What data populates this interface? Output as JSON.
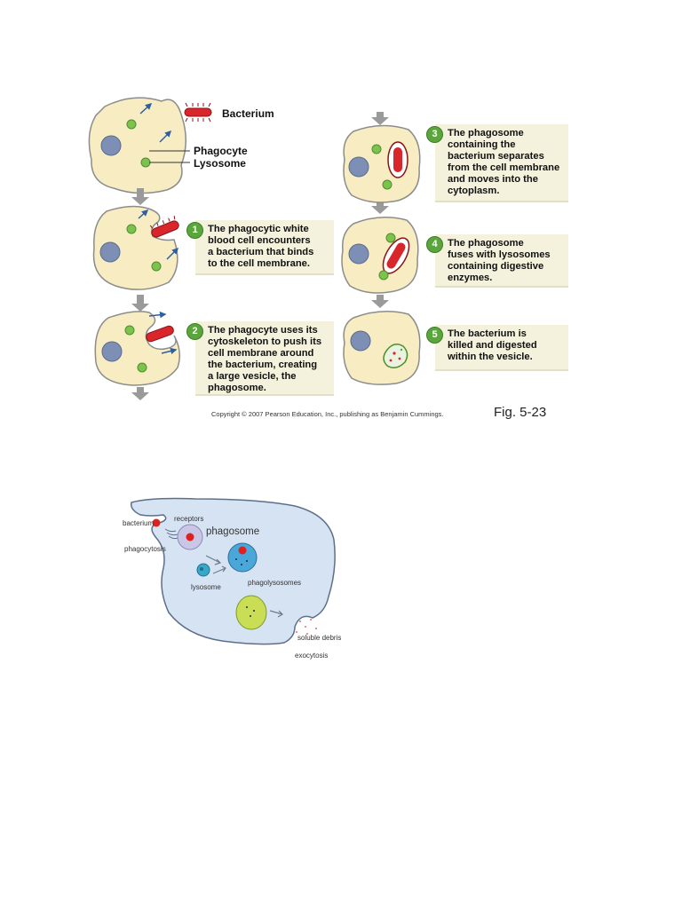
{
  "figure1": {
    "legend": {
      "bacterium": "Bacterium",
      "phagocyte": "Phagocyte",
      "lysosome": "Lysosome"
    },
    "steps": [
      {
        "number": "1",
        "text": "The phagocytic white\nblood cell encounters\na bacterium that binds\nto the cell membrane."
      },
      {
        "number": "2",
        "text": "The phagocyte uses its\ncytoskeleton to push its\ncell membrane around\nthe bacterium, creating\na large vesicle, the\nphagosome."
      },
      {
        "number": "3",
        "text": "The phagosome\ncontaining the\nbacterium separates\nfrom the cell membrane\nand moves into the\ncytoplasm."
      },
      {
        "number": "4",
        "text": "The phagosome\nfuses with lysosomes\ncontaining digestive\nenzymes."
      },
      {
        "number": "5",
        "text": "The bacterium is\nkilled and digested\nwithin the vesicle."
      }
    ],
    "copyright": "Copyright © 2007 Pearson Education, Inc., publishing as Benjamin Cummings.",
    "fig_label": "Fig. 5-23",
    "colors": {
      "cell": "#f7ecc2",
      "nucleus": "#7e8fb6",
      "lysosome": "#7cc24d",
      "bacterium": "#d8262b",
      "callout_bg": "#f4f2dc",
      "step_badge": "#5aa63c",
      "arrow": "#9a9a9a"
    }
  },
  "figure2": {
    "labels": {
      "bacterium": "bacterium",
      "receptors": "receptors",
      "phagosome": "phagosome",
      "phagocytosis": "phagocytosis",
      "lysosome": "lysosome",
      "phagolysosomes": "phagolysosomes",
      "soluble_debris": "soluble debris",
      "exocytosis": "exocytosis"
    },
    "colors": {
      "cell": "#d5e3f3",
      "outline": "#5d6f8a",
      "bacterium": "#e0201e",
      "phagosome": "#c9c6e6",
      "lysosome": "#39a7c8",
      "phagolysosome": "#49a7d9",
      "residual": "#c9de55"
    }
  }
}
